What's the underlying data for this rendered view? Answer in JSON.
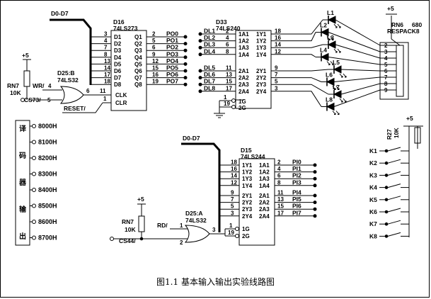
{
  "caption": "图1.1  基本输入输出实验线路图",
  "bus_top": "D0-D7",
  "bus_mid": "D0-D7",
  "u16": {
    "ref": "D16",
    "part": "74LS273",
    "inputs": [
      "D1",
      "D2",
      "D3",
      "D4",
      "D5",
      "D6",
      "D7",
      "D8"
    ],
    "outputs": [
      "Q1",
      "Q2",
      "Q3",
      "Q4",
      "Q5",
      "Q6",
      "Q7",
      "Q8"
    ],
    "in_pins": [
      "3",
      "4",
      "7",
      "8",
      "13",
      "14",
      "17",
      "18"
    ],
    "out_pins": [
      "2",
      "5",
      "6",
      "9",
      "12",
      "15",
      "16",
      "19"
    ],
    "out_nets": [
      "PO0",
      "PO1",
      "PO2",
      "PO3",
      "PO4",
      "PO5",
      "PO6",
      "PO7"
    ],
    "clk": "CLK",
    "clr": "CLR",
    "clk_pin": "11",
    "clr_pin": "1"
  },
  "gate1": {
    "ref": "D25:B",
    "part": "74LS32",
    "in1": "WR/",
    "in1_pin": "4",
    "in2": "CS73/",
    "in2_pin": "5",
    "out_pin": "6"
  },
  "rn7a": {
    "ref": "RN7",
    "value": "10K",
    "supply": "+5"
  },
  "reset": "RESET/",
  "u33": {
    "ref": "D33",
    "part": "74LS240",
    "in_nets": [
      "DL1",
      "DL2",
      "DL3",
      "DL4",
      "DL5",
      "DL6",
      "DL7",
      "DL8"
    ],
    "in_pins": [
      "2",
      "4",
      "6",
      "8",
      "11",
      "13",
      "15",
      "17"
    ],
    "a_labels": [
      "1A1",
      "1A2",
      "1A3",
      "1A4",
      "2A1",
      "2A2",
      "2A3",
      "2A4"
    ],
    "y_labels": [
      "1Y1",
      "1Y2",
      "1Y3",
      "1Y4",
      "2Y1",
      "2Y2",
      "2Y3",
      "2Y4"
    ],
    "out_pins": [
      "18",
      "16",
      "14",
      "12",
      "9",
      "7",
      "5",
      "3"
    ],
    "g1": "1G",
    "g2": "2G",
    "g1_pin": "1",
    "g2_pin": "19"
  },
  "leds": [
    "L1",
    "L2",
    "L3",
    "L4",
    "L5",
    "L6",
    "L7",
    "L8"
  ],
  "rn6": {
    "ref": "RN6",
    "value": "680",
    "part": "RESPACK8",
    "supply": "+5",
    "pins": [
      "2",
      "3",
      "4",
      "5",
      "6",
      "7",
      "8",
      "9"
    ]
  },
  "decoder": {
    "chars": [
      "译",
      "码",
      "器",
      "输",
      "出"
    ],
    "addresses": [
      "8000H",
      "8100H",
      "8200H",
      "8300H",
      "8400H",
      "8500H",
      "8600H",
      "8700H"
    ]
  },
  "u15": {
    "ref": "D15",
    "part": "74LS244",
    "a_in_pins": [
      "18",
      "16",
      "14",
      "12",
      "9",
      "7",
      "5",
      "3"
    ],
    "y_labels": [
      "1Y1",
      "1Y2",
      "1Y3",
      "1Y4",
      "2Y1",
      "2Y2",
      "2Y3",
      "2Y4"
    ],
    "a_labels": [
      "1A1",
      "1A2",
      "1A3",
      "1A4",
      "2A1",
      "2A2",
      "2A3",
      "2A4"
    ],
    "out_pins": [
      "2",
      "4",
      "6",
      "8",
      "11",
      "13",
      "15",
      "17"
    ],
    "out_nets": [
      "PI0",
      "PI1",
      "PI2",
      "PI3",
      "PI4",
      "PI5",
      "PI6",
      "PI7"
    ],
    "g1": "1G",
    "g2": "2G",
    "g1_pin": "1",
    "g2_pin": "19"
  },
  "gate2": {
    "ref": "D25:A",
    "part": "74LS32",
    "in1": "RD/",
    "in1_pin": "1",
    "in2": "CS44/",
    "in2_pin": "2",
    "out_pin": "3"
  },
  "rn7b": {
    "ref": "RN7",
    "value": "10K",
    "supply": "+5"
  },
  "switches": {
    "labels": [
      "K1",
      "K2",
      "K3",
      "K4",
      "K5",
      "K6",
      "K7",
      "K8"
    ],
    "res_ref": "R27",
    "res_value": "10K",
    "supply": "+5"
  }
}
